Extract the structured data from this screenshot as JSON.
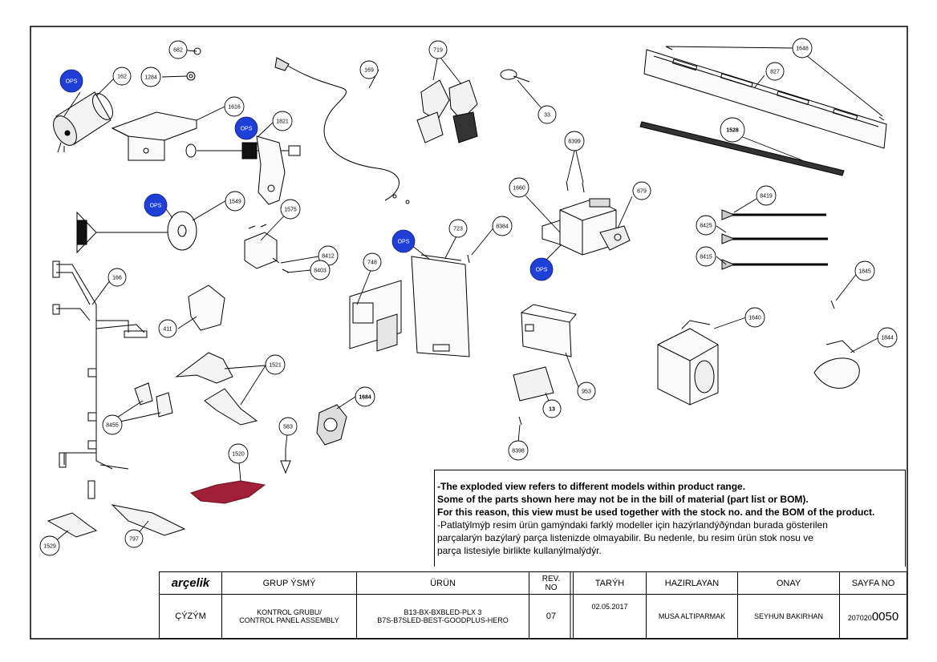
{
  "diagram": {
    "type": "exploded-view",
    "ops_label": "OPS",
    "callouts": {
      "c162": "162",
      "c682": "682",
      "c1284": "1284",
      "c1616": "1616",
      "c1821": "1821",
      "c169": "169",
      "c719": "719",
      "c33": "33",
      "c827": "827",
      "c1648": "1648",
      "c1528": "1528",
      "c8399": "8399",
      "c1660": "1660",
      "c679": "679",
      "c8419": "8419",
      "c8425": "8425",
      "c8415": "8415",
      "c1549": "1549",
      "c1575": "1575",
      "c8412": "8412",
      "c8403": "8403",
      "c166": "166",
      "c411": "411",
      "c723": "723",
      "c8384": "8384",
      "c748": "748",
      "c1845": "1845",
      "c1640": "1640",
      "c1844": "1844",
      "c953": "953",
      "c1521": "1521",
      "c1684": "1684",
      "c8455": "8455",
      "c583": "583",
      "c13": "13",
      "c8398": "8398",
      "c1520": "1520",
      "c1529": "1529",
      "c797": "797"
    }
  },
  "note": {
    "line1": "-The exploded view refers to different models within product range.",
    "line2": "Some of the parts shown here may not be in the bill of material (part list or BOM).",
    "line3": "For this reason, this view must be used together with the stock no. and the BOM of the product.",
    "line4": "-Patlatýlmýþ resim ürün gamýndaki farklý modeller için hazýrlandýðýndan burada gösterilen",
    "line5": "parçalarýn bazýlarý parça listenizde olmayabilir. Bu nedenle, bu resim ürün stok nosu ve",
    "line6": "parça listesiyle birlikte kullanýlmalýdýr."
  },
  "title_block": {
    "logo": "arçelik",
    "headers": {
      "grup": "GRUP ÝSMÝ",
      "urun": "ÜRÜN",
      "rev_line1": "REV.",
      "rev_line2": "NO",
      "tarih": "TARÝH",
      "hazirlayan": "HAZIRLAYAN",
      "onay": "ONAY",
      "sayfa": "SAYFA NO"
    },
    "values": {
      "cizim": "ÇÝZÝM",
      "grup_line1": "KONTROL GRUBU/",
      "grup_line2": "CONTROL PANEL ASSEMBLY",
      "urun_line1": "B13-BX-BXBLED-PLX 3",
      "urun_line2": "B7S-B7SLED-BEST-GOODPLUS-HERO",
      "rev": "07",
      "tarih": "02.05.2017",
      "hazirlayan": "MUSA ALTIPARMAK",
      "onay": "SEYHUN BAKIRHAN",
      "sayfa_prefix": "207020",
      "sayfa_suffix": "0050"
    }
  },
  "colors": {
    "ops_fill": "#1f3fd6",
    "line": "#000000",
    "part_red": "#a0203a"
  }
}
